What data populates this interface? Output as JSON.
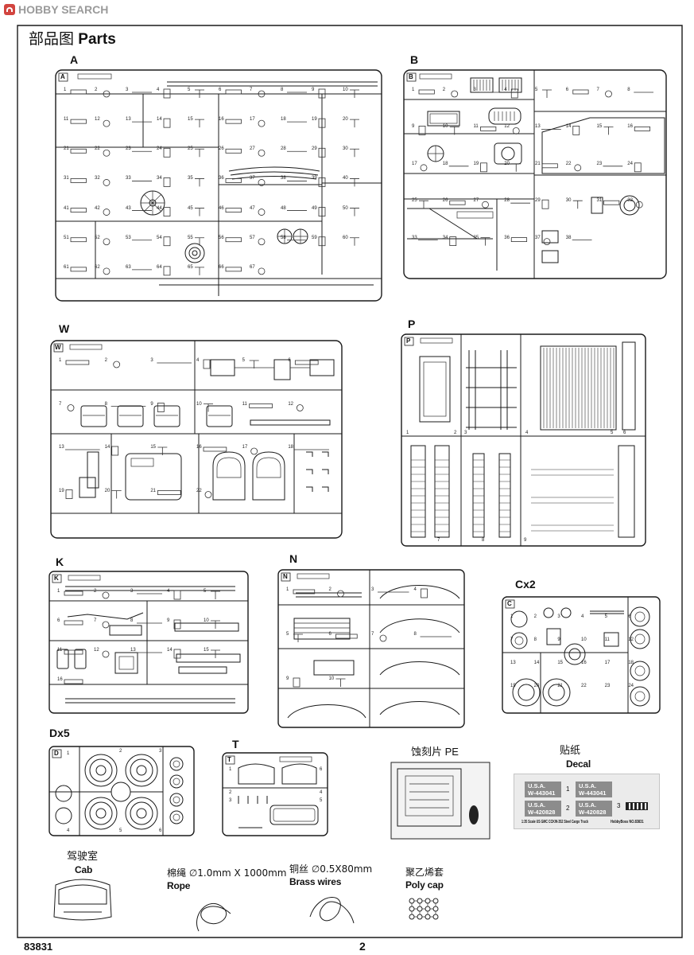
{
  "watermark": {
    "text": "HOBBY SEARCH",
    "icon": "hobbysearch-logo-icon"
  },
  "header": {
    "title_cn": "部品图",
    "title_en": "Parts"
  },
  "sprues": [
    {
      "label": "A",
      "tag": "A",
      "parts": [
        "1",
        "2",
        "3",
        "4",
        "5",
        "6",
        "7",
        "8",
        "9",
        "10",
        "11",
        "12",
        "13",
        "14",
        "15",
        "16",
        "17",
        "18",
        "19",
        "20",
        "21",
        "22",
        "23",
        "24",
        "25",
        "26",
        "27",
        "28",
        "29",
        "30",
        "31",
        "32",
        "33",
        "34",
        "35",
        "36",
        "37",
        "38",
        "39",
        "40",
        "41",
        "42",
        "43",
        "44",
        "45",
        "46",
        "47",
        "48",
        "49",
        "50",
        "51",
        "52",
        "53",
        "54",
        "55",
        "56",
        "57",
        "58",
        "59",
        "60",
        "61",
        "62",
        "63",
        "64",
        "65",
        "66",
        "67"
      ]
    },
    {
      "label": "B",
      "tag": "B",
      "parts": [
        "1",
        "2",
        "3",
        "4",
        "5",
        "6",
        "7",
        "8",
        "9",
        "10",
        "11",
        "12",
        "13",
        "14",
        "15",
        "16",
        "17",
        "18",
        "19",
        "20",
        "21",
        "22",
        "23",
        "24",
        "25",
        "26",
        "27",
        "28",
        "29",
        "30",
        "31",
        "32",
        "33",
        "34",
        "35",
        "36",
        "37",
        "38"
      ]
    },
    {
      "label": "W",
      "tag": "W",
      "parts": [
        "1",
        "2",
        "3",
        "4",
        "5",
        "6",
        "7",
        "8",
        "9",
        "10",
        "11",
        "12",
        "13",
        "14",
        "15",
        "16",
        "17",
        "18",
        "19",
        "20",
        "21",
        "22"
      ]
    },
    {
      "label": "P",
      "tag": "P",
      "parts": [
        "1",
        "2",
        "3",
        "4",
        "5",
        "6",
        "7",
        "8",
        "9"
      ]
    },
    {
      "label": "K",
      "tag": "K",
      "parts": [
        "1",
        "2",
        "3",
        "4",
        "5",
        "6",
        "7",
        "8",
        "9",
        "10",
        "11",
        "12",
        "13",
        "14",
        "15",
        "16"
      ]
    },
    {
      "label": "N",
      "tag": "N",
      "parts": [
        "1",
        "2",
        "3",
        "4",
        "5",
        "6",
        "7",
        "8",
        "9",
        "10"
      ]
    },
    {
      "label": "Cx2",
      "tag": "C",
      "parts": [
        "1",
        "2",
        "3",
        "4",
        "5",
        "6",
        "7",
        "8",
        "9",
        "10",
        "11",
        "12",
        "13",
        "14",
        "15",
        "16",
        "17",
        "18",
        "19",
        "20",
        "21",
        "22",
        "23",
        "24"
      ]
    },
    {
      "label": "Dx5",
      "tag": "D",
      "parts": [
        "1",
        "2",
        "3",
        "4",
        "5",
        "6"
      ]
    },
    {
      "label": "T",
      "tag": "T",
      "parts": [
        "1",
        "2",
        "3",
        "4",
        "5",
        "6"
      ]
    }
  ],
  "photo_etch": {
    "label_cn": "蚀刻片",
    "label_en": "PE"
  },
  "decal": {
    "label_cn": "贴纸",
    "label_en": "Decal",
    "rows": [
      {
        "number": "1",
        "marking": [
          "U.S.A.",
          "W-443041"
        ]
      },
      {
        "number": "2",
        "marking": [
          "U.S.A.",
          "W-420828"
        ]
      }
    ],
    "item3": "3",
    "caption": "1:35 Scale  US GMC CCKW-352 Steel Cargo Truck",
    "brand": "HobbyBoss NO.83831"
  },
  "accessories": {
    "cab": {
      "label_cn": "驾驶室",
      "label_en": "Cab"
    },
    "rope": {
      "label_cn": "棉绳 ∅1.0mm X 1000mm",
      "label_en": "Rope"
    },
    "brass_wires": {
      "label_cn": "铜丝 ∅0.5X80mm",
      "label_en": "Brass wires"
    },
    "poly_cap": {
      "label_cn": "聚乙烯套",
      "label_en": "Poly cap"
    }
  },
  "footer": {
    "kit_number": "83831",
    "page_number": "2"
  }
}
